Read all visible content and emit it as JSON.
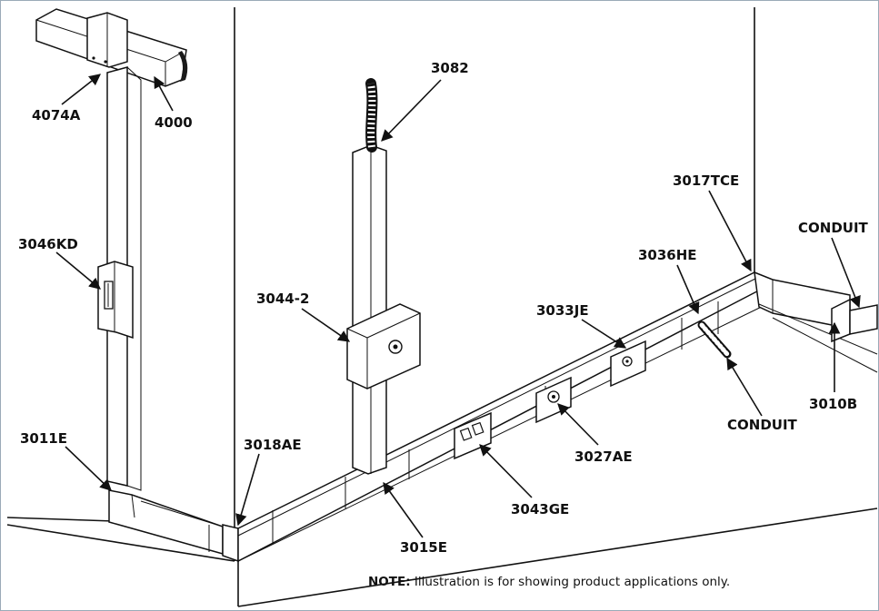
{
  "labels": {
    "l4074a": "4074A",
    "l4000": "4000",
    "l3082": "3082",
    "l3046kd": "3046KD",
    "l3044_2": "3044-2",
    "l3017tce": "3017TCE",
    "lconduit_top": "CONDUIT",
    "l3036he": "3036HE",
    "l3033je": "3033JE",
    "l3011e": "3011E",
    "l3018ae": "3018AE",
    "lconduit_mid": "CONDUIT",
    "l3010b": "3010B",
    "l3027ae": "3027AE",
    "l3043ge": "3043GE",
    "l3015e": "3015E"
  },
  "note": {
    "prefix": "NOTE:",
    "text": " Illustration is for showing product applications only."
  }
}
